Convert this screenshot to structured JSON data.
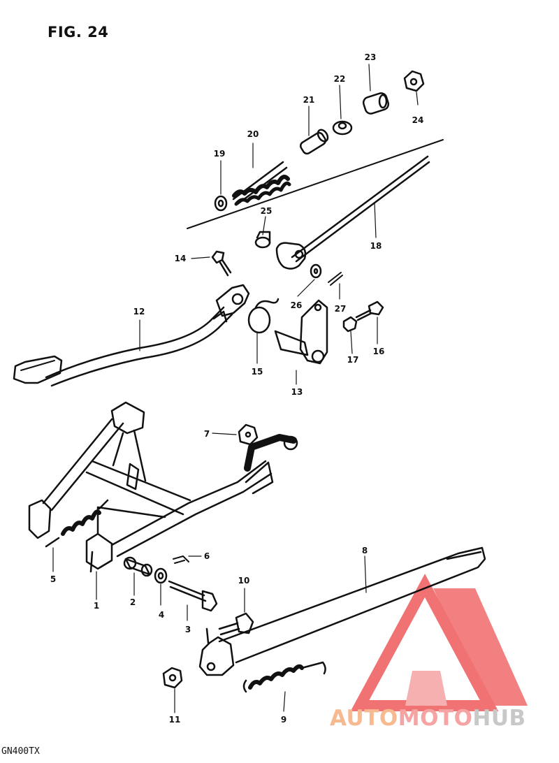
{
  "figure": {
    "title": "FIG. 24",
    "model": "GN400TX"
  },
  "parts": {
    "p1": "1",
    "p2": "2",
    "p3": "3",
    "p4": "4",
    "p5": "5",
    "p6": "6",
    "p7": "7",
    "p8": "8",
    "p9": "9",
    "p10": "10",
    "p11": "11",
    "p12": "12",
    "p13": "13",
    "p14": "14",
    "p15": "15",
    "p16": "16",
    "p17": "17",
    "p18": "18",
    "p19": "19",
    "p20": "20",
    "p21": "21",
    "p22": "22",
    "p23": "23",
    "p24": "24",
    "p25": "25",
    "p26": "26",
    "p27": "27"
  },
  "watermark": {
    "word_auto": "AUTO",
    "word_moto": "MOTO",
    "word_hub": "HUB",
    "color_auto": "#f7b98f",
    "color_moto": "#f5a3a3",
    "color_hub": "#c8c8c8",
    "logo_color": "#ee5a5a"
  },
  "colors": {
    "ink": "#111111",
    "paper": "#ffffff"
  }
}
